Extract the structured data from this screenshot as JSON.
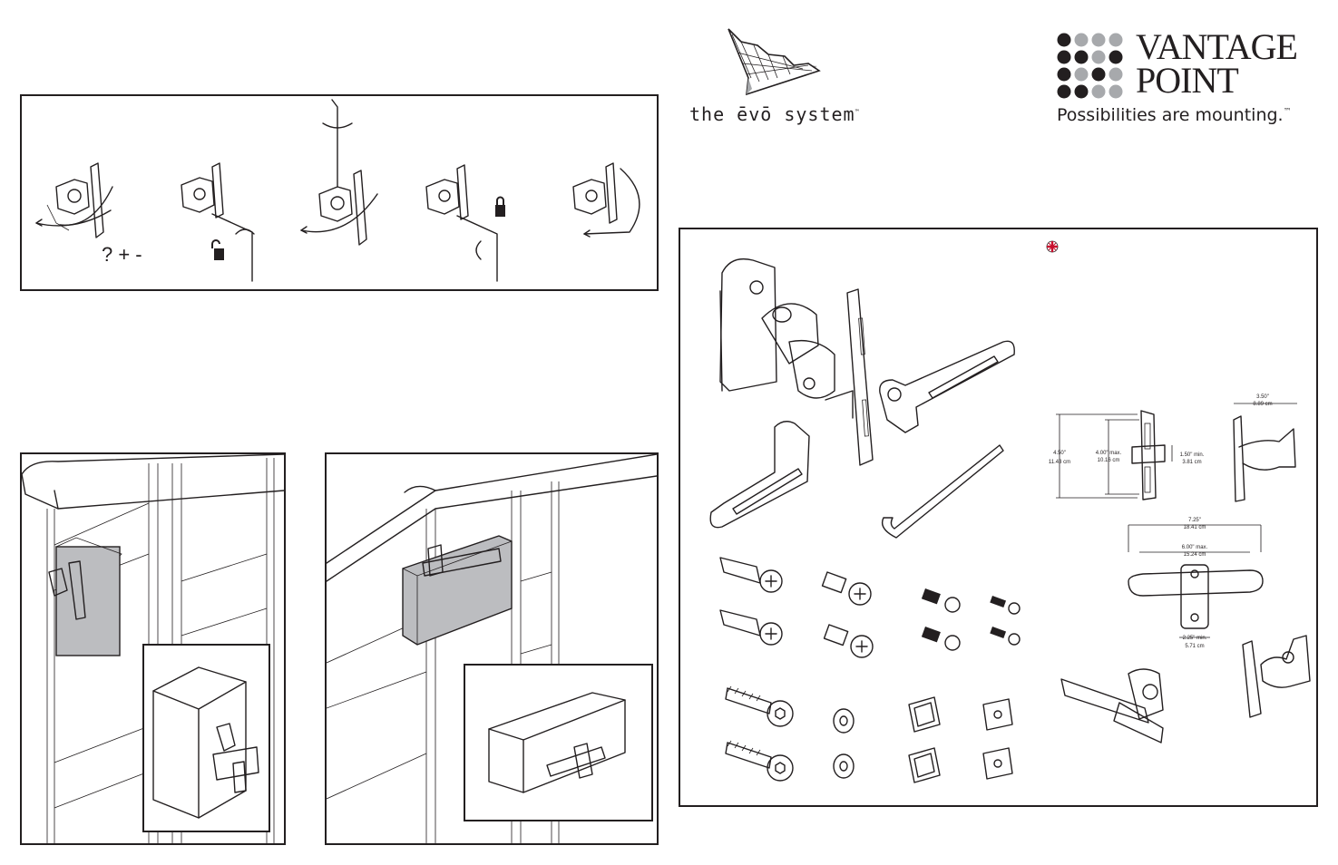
{
  "brand": {
    "evo_logo_text": "the ēvō system",
    "evo_tm": "™",
    "company_line1": "Vantage",
    "company_line2": "Point",
    "tagline": "Possibilities are mounting.",
    "tagline_tm": "™"
  },
  "adjust_panel": {
    "step1_symbols": "? + -"
  },
  "dimensions": {
    "width_in": "3.50\"",
    "width_cm": "8.89 cm",
    "height_in": "4.50\"",
    "height_cm": "11.43 cm",
    "slot_in": "4.00\" max.",
    "slot_cm": "10.16 cm",
    "min_in": "1.50\" min.",
    "min_cm": "3.81 cm",
    "bar_in": "7.25\"",
    "bar_cm": "18.41 cm",
    "bar_slot_in": "6.00\" max.",
    "bar_slot_cm": "15.24 cm",
    "bar_min_in": "2.25\" min.",
    "bar_min_cm": "5.71 cm"
  },
  "icons": [
    "rotate-arrow-icon",
    "unlock-icon",
    "lock-icon",
    "hex-key-icon",
    "uk-flag-icon"
  ],
  "colors": {
    "ink": "#231f20",
    "box_fill": "#bcbdc0",
    "logo_gray": "#a7a9ac"
  }
}
